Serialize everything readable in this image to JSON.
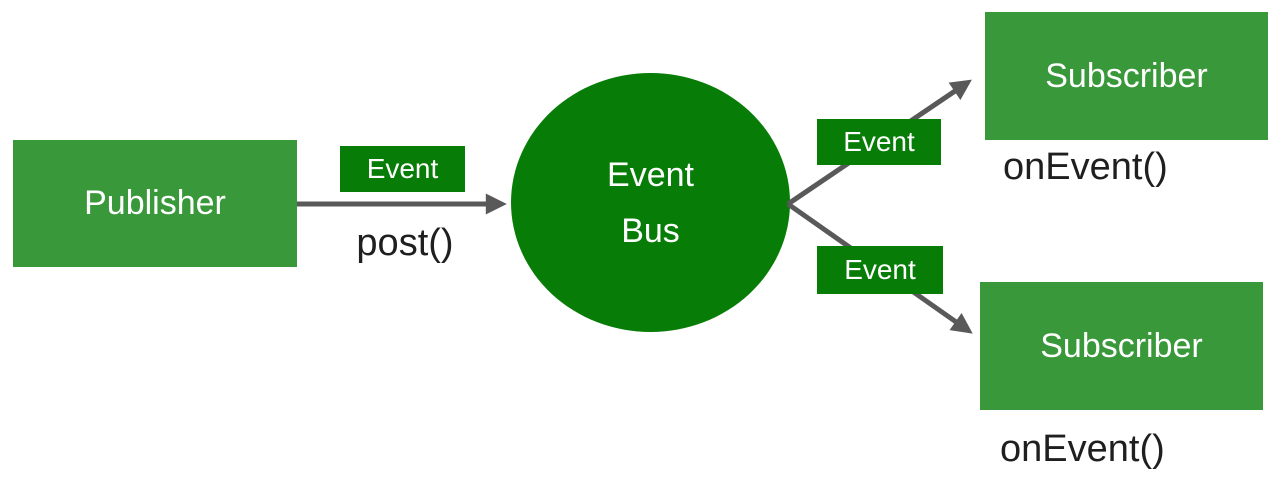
{
  "diagram": {
    "title_hint": "Event bus publish/subscribe diagram",
    "publisher": {
      "label": "Publisher",
      "method_label": "post()"
    },
    "event_bus": {
      "line1": "Event",
      "line2": "Bus"
    },
    "event_labels": {
      "left": "Event",
      "top_right": "Event",
      "bottom_right": "Event"
    },
    "subscribers": [
      {
        "label": "Subscriber",
        "method_label": "onEvent()"
      },
      {
        "label": "Subscriber",
        "method_label": "onEvent()"
      }
    ],
    "colors": {
      "node_green": "#39983A",
      "accent_dark_green": "#077D07",
      "arrow_gray": "#595959",
      "method_text": "#1F1F1F",
      "label_text": "#FFFFFF",
      "background": "#FFFFFF"
    }
  }
}
